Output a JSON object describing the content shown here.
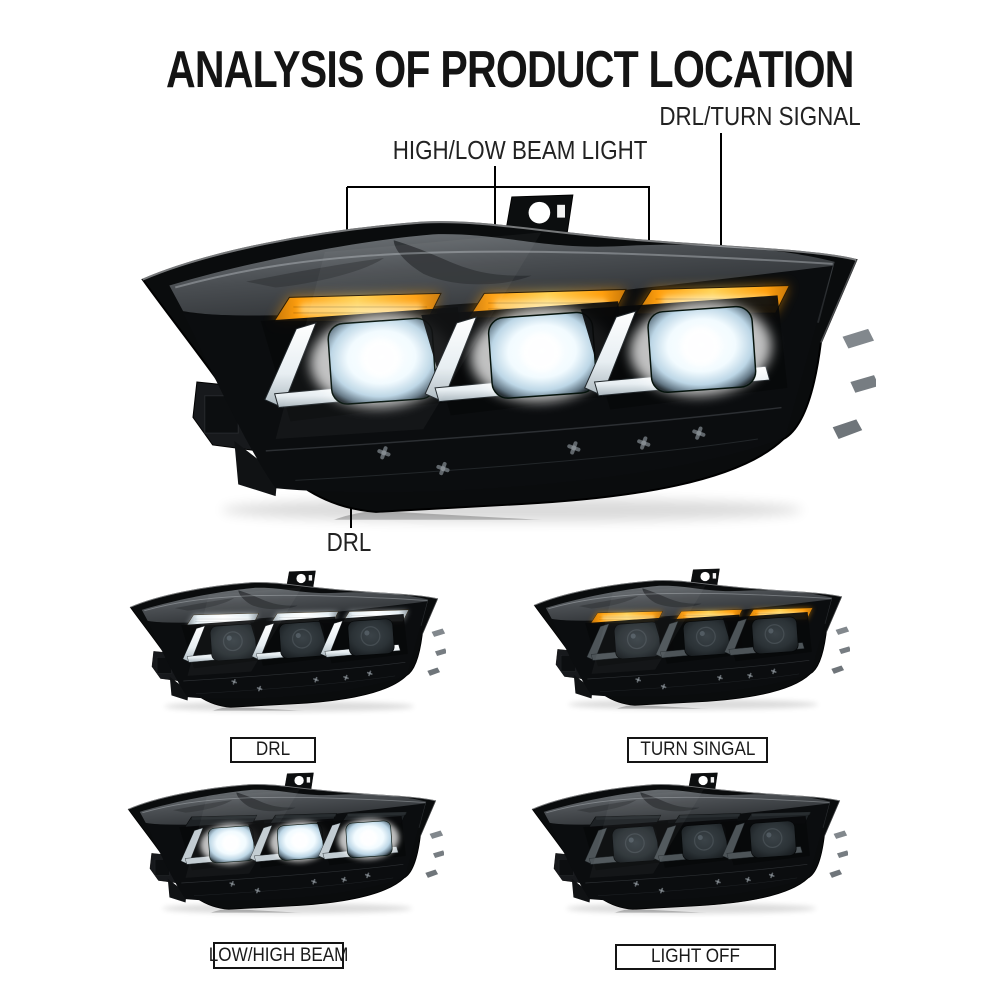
{
  "title": "ANALYSIS OF PRODUCT LOCATION",
  "annotations": {
    "drl_turn": {
      "label": "DRL/TURN SIGNAL"
    },
    "high_low": {
      "label": "HIGH/LOW BEAM LIGHT"
    },
    "drl": {
      "label": "DRL"
    }
  },
  "main_photo": {
    "strips": "amber",
    "projectors": "on",
    "accents": "on"
  },
  "variants": [
    {
      "label": "DRL",
      "strips": "white",
      "projectors": "off",
      "accents": "on"
    },
    {
      "label": "TURN SINGAL",
      "strips": "amber",
      "projectors": "off",
      "accents": "off"
    },
    {
      "label": "LOW/HIGH BEAM",
      "strips": "off",
      "projectors": "on",
      "accents": "dim"
    },
    {
      "label": "LIGHT OFF",
      "strips": "off",
      "projectors": "off",
      "accents": "off"
    }
  ],
  "colors": {
    "background": "#ffffff",
    "text": "#1a1a1a",
    "line": "#000000",
    "amber_edge": "#c87708",
    "amber": "#ff9f0e",
    "amber_hot": "#ffd254",
    "led_white": "#f2fbff",
    "housing": "#0a0c0d",
    "smoke_light": "#787d81",
    "smoke_dark": "#26292c"
  }
}
